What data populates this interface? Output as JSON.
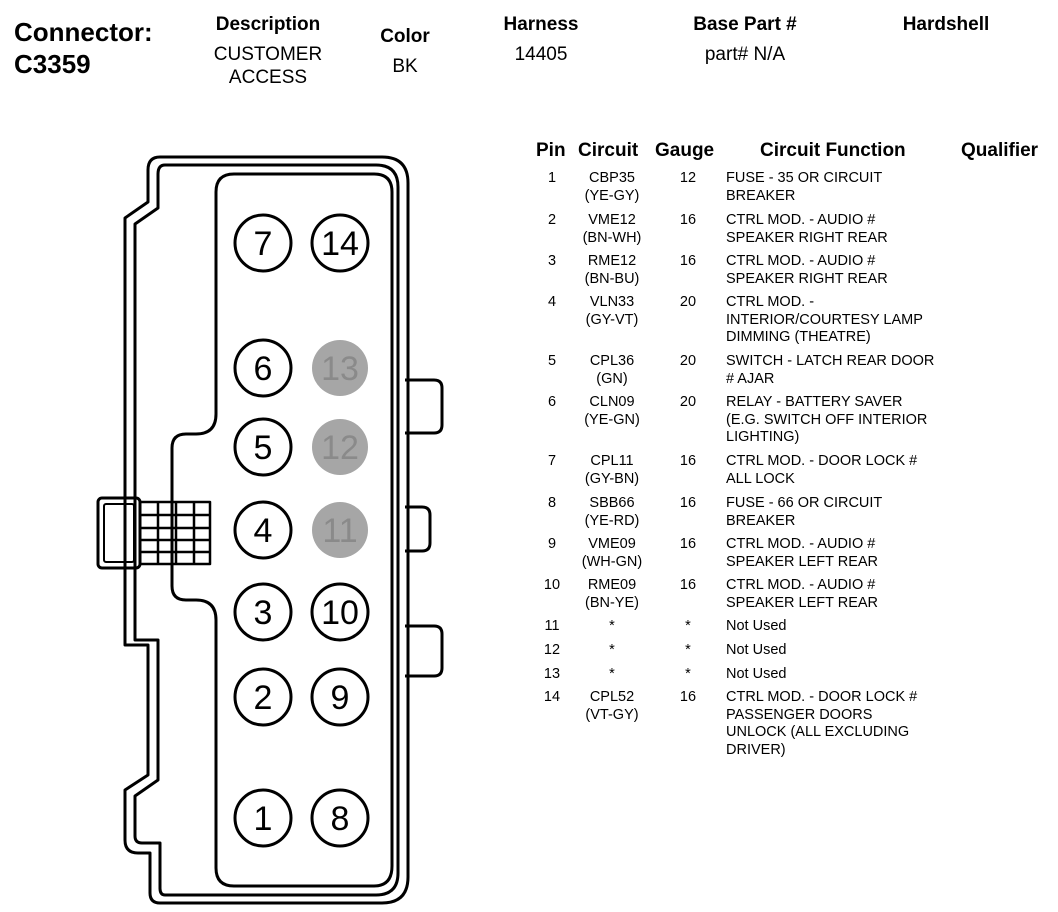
{
  "header": {
    "connector_label": "Connector:",
    "connector_id": "C3359",
    "description_label": "Description",
    "description_line1": "CUSTOMER",
    "description_line2": "ACCESS",
    "color_label": "Color",
    "color_value": "BK",
    "harness_label": "Harness",
    "harness_value": "14405",
    "base_part_label": "Base Part #",
    "base_part_value": "part# N/A",
    "hardshell_label": "Hardshell"
  },
  "connector": {
    "pins": [
      {
        "number": "7",
        "shaded": false
      },
      {
        "number": "14",
        "shaded": false
      },
      {
        "number": "6",
        "shaded": false
      },
      {
        "number": "13",
        "shaded": true
      },
      {
        "number": "5",
        "shaded": false
      },
      {
        "number": "12",
        "shaded": true
      },
      {
        "number": "4",
        "shaded": false
      },
      {
        "number": "11",
        "shaded": true
      },
      {
        "number": "3",
        "shaded": false
      },
      {
        "number": "10",
        "shaded": false
      },
      {
        "number": "2",
        "shaded": false
      },
      {
        "number": "9",
        "shaded": false
      },
      {
        "number": "1",
        "shaded": false
      },
      {
        "number": "8",
        "shaded": false
      }
    ],
    "colors": {
      "outline": "#000000",
      "shaded_pin": "#a6a6a6",
      "shaded_text": "#8a8a8a"
    }
  },
  "table": {
    "headers": {
      "pin": "Pin",
      "circuit": "Circuit",
      "gauge": "Gauge",
      "function": "Circuit Function",
      "qualifier": "Qualifier"
    },
    "rows": [
      {
        "pin": "1",
        "circuit": "CBP35",
        "wire_color": "(YE-GY)",
        "gauge": "12",
        "function": [
          "FUSE - 35 OR CIRCUIT",
          "BREAKER"
        ]
      },
      {
        "pin": "2",
        "circuit": "VME12",
        "wire_color": "(BN-WH)",
        "gauge": "16",
        "function": [
          "CTRL MOD. - AUDIO #",
          "SPEAKER RIGHT REAR"
        ]
      },
      {
        "pin": "3",
        "circuit": "RME12",
        "wire_color": "(BN-BU)",
        "gauge": "16",
        "function": [
          "CTRL MOD. - AUDIO #",
          "SPEAKER RIGHT REAR"
        ]
      },
      {
        "pin": "4",
        "circuit": "VLN33",
        "wire_color": "(GY-VT)",
        "gauge": "20",
        "function": [
          "CTRL MOD. -",
          "INTERIOR/COURTESY LAMP",
          "DIMMING (THEATRE)"
        ]
      },
      {
        "pin": "5",
        "circuit": "CPL36",
        "wire_color": "(GN)",
        "gauge": "20",
        "function": [
          "SWITCH - LATCH REAR DOOR",
          "# AJAR"
        ]
      },
      {
        "pin": "6",
        "circuit": "CLN09",
        "wire_color": "(YE-GN)",
        "gauge": "20",
        "function": [
          "RELAY - BATTERY SAVER",
          "(E.G. SWITCH OFF INTERIOR",
          "LIGHTING)"
        ]
      },
      {
        "pin": "7",
        "circuit": "CPL11",
        "wire_color": "(GY-BN)",
        "gauge": "16",
        "function": [
          "CTRL MOD. - DOOR LOCK #",
          "ALL LOCK"
        ]
      },
      {
        "pin": "8",
        "circuit": "SBB66",
        "wire_color": "(YE-RD)",
        "gauge": "16",
        "function": [
          "FUSE - 66 OR CIRCUIT",
          "BREAKER"
        ]
      },
      {
        "pin": "9",
        "circuit": "VME09",
        "wire_color": "(WH-GN)",
        "gauge": "16",
        "function": [
          "CTRL MOD. - AUDIO #",
          "SPEAKER LEFT REAR"
        ]
      },
      {
        "pin": "10",
        "circuit": "RME09",
        "wire_color": "(BN-YE)",
        "gauge": "16",
        "function": [
          "CTRL MOD. - AUDIO #",
          "SPEAKER LEFT REAR"
        ]
      },
      {
        "pin": "11",
        "circuit": "*",
        "wire_color": "",
        "gauge": "*",
        "function": [
          "Not Used"
        ]
      },
      {
        "pin": "12",
        "circuit": "*",
        "wire_color": "",
        "gauge": "*",
        "function": [
          "Not Used"
        ]
      },
      {
        "pin": "13",
        "circuit": "*",
        "wire_color": "",
        "gauge": "*",
        "function": [
          "Not Used"
        ]
      },
      {
        "pin": "14",
        "circuit": "CPL52",
        "wire_color": "(VT-GY)",
        "gauge": "16",
        "function": [
          "CTRL MOD. - DOOR LOCK #",
          "PASSENGER DOORS",
          "UNLOCK (ALL EXCLUDING",
          "DRIVER)"
        ]
      }
    ]
  }
}
